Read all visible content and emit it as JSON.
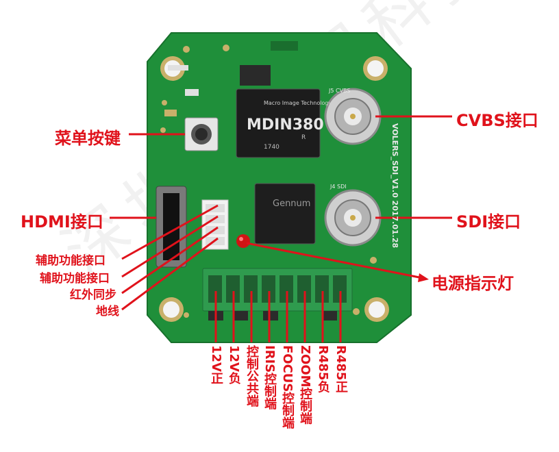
{
  "labels": {
    "menu_button": "菜单按键",
    "hdmi": "HDMI接口",
    "aux1": "辅助功能接口",
    "aux2": "辅助功能接口",
    "ir_sync": "红外同步",
    "ground": "地线",
    "cvbs": "CVBS接口",
    "sdi": "SDI接口",
    "power_led": "电源指示灯"
  },
  "terminals": [
    "12V正",
    "12V负",
    "控制公共端",
    "IRIS控制端",
    "FOCUS控制端",
    "ZOOM控制端",
    "R485负",
    "R485正"
  ],
  "watermark": "深圳市沃视科技有限公司",
  "board": {
    "silkscreen": "VOLERS_SDI_V1.0 2017.01.28",
    "chip1_brand": "Macro Image Technology",
    "chip1_model": "MDIN380",
    "chip1_sub": "R",
    "chip1_code": "1740",
    "chip2_brand": "Gennum",
    "cvbs_mark": "J5 CVBS",
    "sdi_mark": "J4 SDI"
  },
  "colors": {
    "label_red": "#e0121b",
    "pcb_green": "#1f8f3a",
    "terminal_green": "#2f9b4e"
  }
}
